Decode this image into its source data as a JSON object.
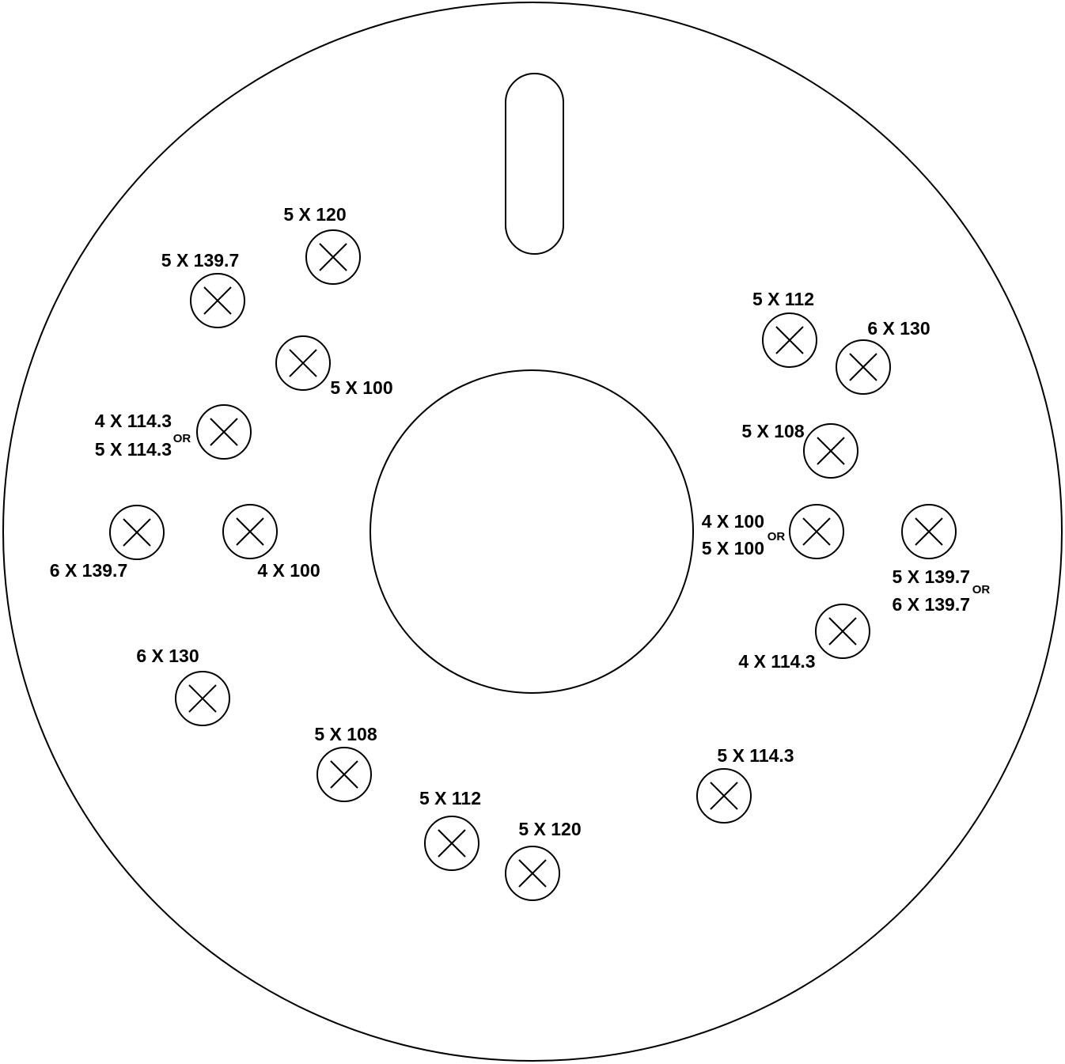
{
  "colors": {
    "stroke": "#000000",
    "background": "#ffffff"
  },
  "or_label": "OR",
  "holes": [
    {
      "labels": [
        "5 X 120"
      ]
    },
    {
      "labels": [
        "5 X 139.7"
      ]
    },
    {
      "labels": [
        "5 X 100"
      ]
    },
    {
      "labels": [
        "4 X 114.3",
        "5 X 114.3"
      ],
      "or": true
    },
    {
      "labels": [
        "6 X 139.7"
      ]
    },
    {
      "labels": [
        "4 X 100"
      ]
    },
    {
      "labels": [
        "6 X 130"
      ]
    },
    {
      "labels": [
        "5 X 108"
      ]
    },
    {
      "labels": [
        "5 X 112"
      ]
    },
    {
      "labels": [
        "5 X 120"
      ]
    },
    {
      "labels": [
        "5 X 114.3"
      ]
    },
    {
      "labels": [
        "4 X 114.3"
      ]
    },
    {
      "labels": [
        "5 X 139.7",
        "6 X 139.7"
      ],
      "or": true
    },
    {
      "labels": [
        "4 X 100",
        "5 X 100"
      ],
      "or": true
    },
    {
      "labels": [
        "5 X 108"
      ]
    },
    {
      "labels": [
        "5 X 112"
      ]
    },
    {
      "labels": [
        "6 X 130"
      ]
    }
  ]
}
